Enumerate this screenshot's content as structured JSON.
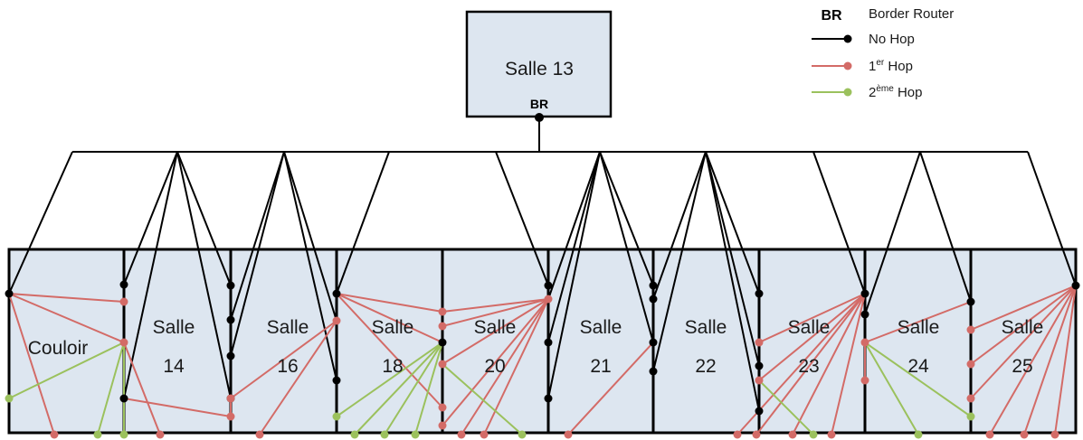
{
  "colors": {
    "no_hop": "#000000",
    "first_hop": "#d36b67",
    "second_hop": "#9bc15d",
    "room_fill": "#dde6f0",
    "stroke": "#000000"
  },
  "top_room": {
    "name": "Salle 13",
    "router_tag": "BR"
  },
  "legend": {
    "br_abbrev": "BR",
    "br_text": "Border Router",
    "no_hop": {
      "label": "No Hop"
    },
    "first_hop": {
      "label": "1",
      "sup": "er",
      "suffix": " Hop"
    },
    "second_hop": {
      "label": "2",
      "sup": "ème",
      "suffix": " Hop"
    }
  },
  "rooms": [
    {
      "line1": "Couloir",
      "line2": ""
    },
    {
      "line1": "Salle",
      "line2": "14"
    },
    {
      "line1": "Salle",
      "line2": "16"
    },
    {
      "line1": "Salle",
      "line2": "18"
    },
    {
      "line1": "Salle",
      "line2": "20"
    },
    {
      "line1": "Salle",
      "line2": "21"
    },
    {
      "line1": "Salle",
      "line2": "22"
    },
    {
      "line1": "Salle",
      "line2": "23"
    },
    {
      "line1": "Salle",
      "line2": "24"
    },
    {
      "line1": "Salle",
      "line2": "25"
    }
  ]
}
